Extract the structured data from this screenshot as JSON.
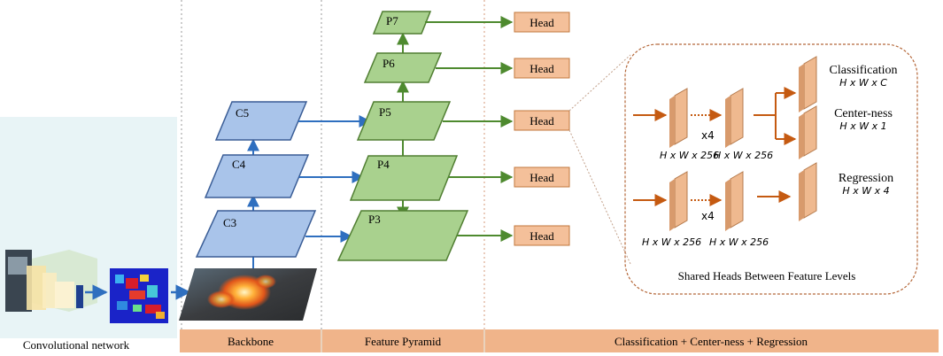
{
  "colors": {
    "blue_fill": "#a9c4ea",
    "blue_stroke": "#3a5d96",
    "green_fill": "#a9d18e",
    "green_stroke": "#507e32",
    "head_fill": "#f4c09a",
    "head_stroke": "#c2773c",
    "bar_fill": "#efb98f",
    "arrow_brown": "#c55a11",
    "arrow_blue": "#2f6fbf",
    "arrow_green": "#4e8a2f",
    "dash_border": "#b5683a",
    "left_panel": "#e8f4f6"
  },
  "convnet": {
    "label": "Convolutional network"
  },
  "backbone": {
    "levels": [
      "C3",
      "C4",
      "C5"
    ]
  },
  "pyramid": {
    "levels": [
      "P3",
      "P4",
      "P5",
      "P6",
      "P7"
    ]
  },
  "heads": {
    "label": "Head"
  },
  "detail": {
    "repeat": "x4",
    "cls_title": "Classification",
    "cls_dim": "H x W x C",
    "ctr_title": "Center-ness",
    "ctr_dim": "H x W x 1",
    "reg_title": "Regression",
    "reg_dim": "H x W x 4",
    "dim_256": "H x W x 256",
    "caption": "Shared Heads Between Feature Levels"
  },
  "footer": {
    "backbone": "Backbone",
    "pyramid": "Feature Pyramid",
    "heads": "Classification + Center-ness + Regression"
  }
}
